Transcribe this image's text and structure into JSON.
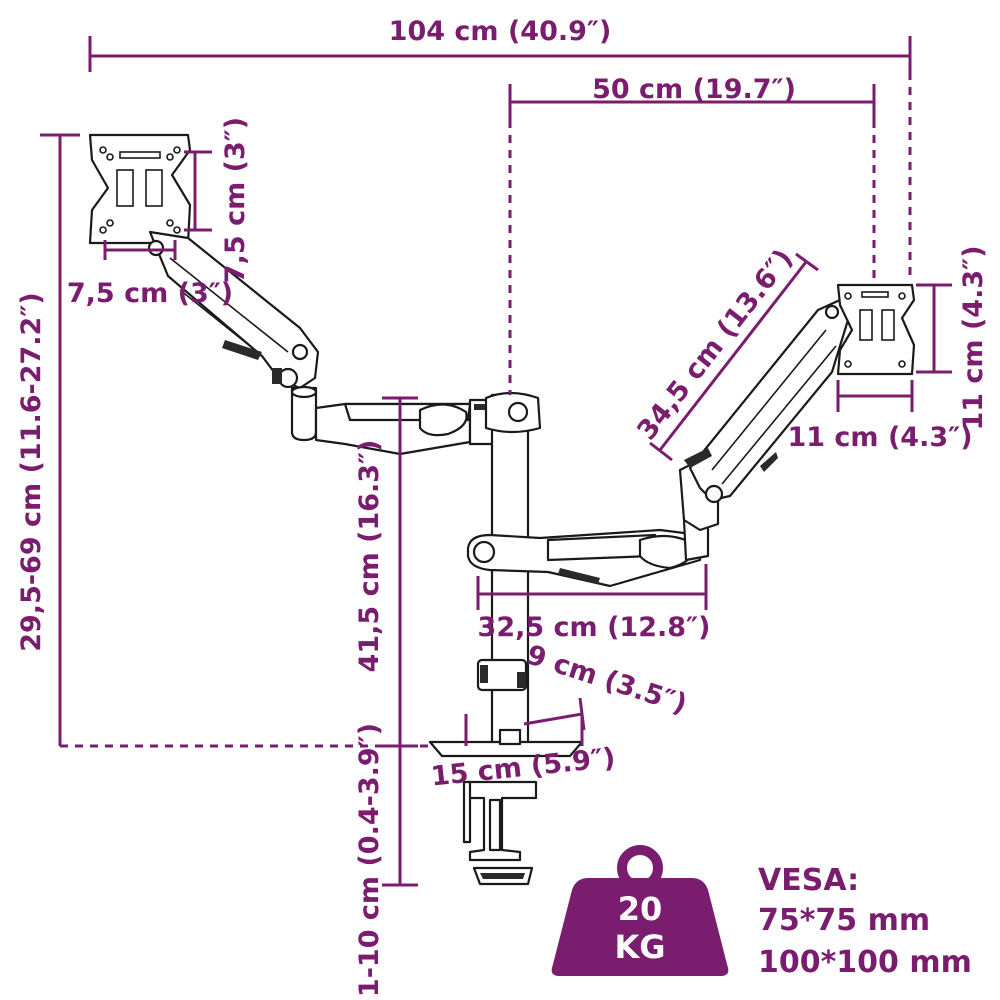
{
  "dimensions": {
    "total_width": "104 cm (40.9″)",
    "pole_to_right_plate": "50 cm (19.7″)",
    "left_vesa_width": "7,5 cm (3″)",
    "left_vesa_height": "7,5 cm (3″)",
    "height_range": "29,5-69 cm (11.6-27.2″)",
    "pole_height": "41,5 cm (16.3″)",
    "upper_arm": "34,5 cm (13.6″)",
    "right_vesa_height": "11 cm (4.3″)",
    "right_vesa_width": "11 cm (4.3″)",
    "lower_arm": "32,5 cm (12.8″)",
    "base_depth": "9 cm (3.5″)",
    "base_width": "15 cm (5.9″)",
    "clamp_range": "1-10 cm (0.4-3.9″)"
  },
  "weight_badge": {
    "line1": "20",
    "line2": "KG"
  },
  "vesa": {
    "title": "VESA:",
    "sizes": [
      "75*75 mm",
      "100*100 mm"
    ]
  },
  "colors": {
    "accent": "#7a1d6e",
    "line": "#1a1a1a",
    "background": "#ffffff"
  }
}
